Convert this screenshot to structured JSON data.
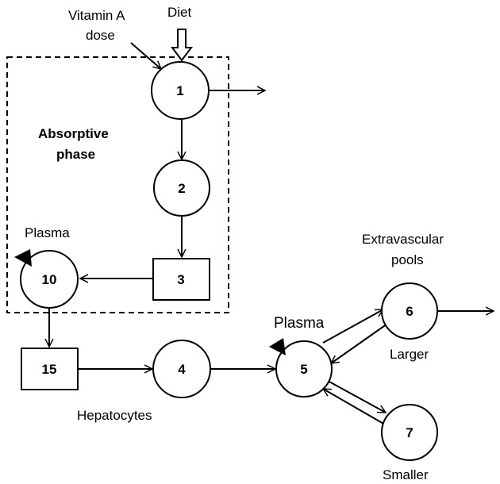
{
  "nodes": {
    "n1": "1",
    "n2": "2",
    "n3": "3",
    "n4": "4",
    "n5": "5",
    "n6": "6",
    "n7": "7",
    "n10": "10",
    "n15": "15"
  },
  "labels": {
    "vitamin_a_line1": "Vitamin A",
    "vitamin_a_line2": "dose",
    "diet": "Diet",
    "absorptive_line1": "Absorptive",
    "absorptive_line2": "phase",
    "plasma_upper": "Plasma",
    "plasma_center": "Plasma",
    "extravascular_line1": "Extravascular",
    "extravascular_line2": "pools",
    "larger": "Larger",
    "smaller": "Smaller",
    "hepatocytes": "Hepatocytes"
  },
  "colors": {
    "stroke": "#000000",
    "background": "#ffffff"
  }
}
